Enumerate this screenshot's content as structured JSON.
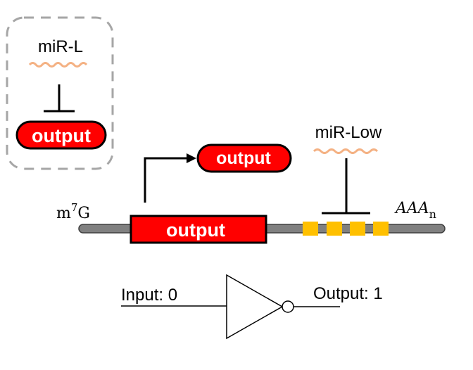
{
  "legend_box": {
    "mirna_label": "miR-L",
    "output_label": "output"
  },
  "transcript": {
    "cap_base": "m",
    "cap_superscript": "7",
    "cap_suffix": "G",
    "cds_label": "output",
    "poly_a_base": "AAA",
    "poly_a_subscript": "n",
    "target_site_count": 4
  },
  "translation": {
    "product_label": "output"
  },
  "mirna": {
    "label": "miR-Low"
  },
  "logic_gate": {
    "input_label": "Input: 0",
    "output_label": "Output: 1"
  },
  "colors": {
    "output_red": "#ff0000",
    "target_site_orange": "#ffc000",
    "mirna_wave": "#f4b183",
    "mrna_gray": "#808080",
    "dashed_border": "#a6a6a6"
  }
}
